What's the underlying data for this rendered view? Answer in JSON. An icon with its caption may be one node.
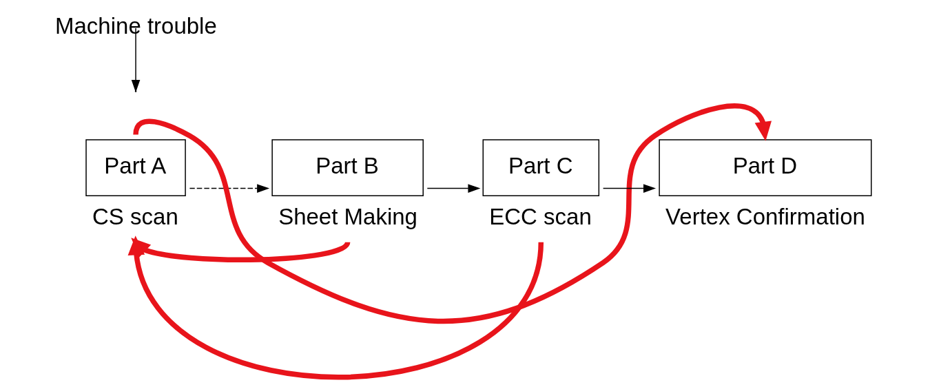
{
  "diagram": {
    "nodes": [
      {
        "text": [
          "Part A"
        ],
        "beside": [
          "CS scan"
        ]
      },
      {
        "text": [
          "Part B"
        ],
        "beside": [
          "Sheet Making"
        ]
      },
      {
        "text": [
          "Part C"
        ],
        "beside": [
          "ECC scan"
        ]
      },
      {
        "text": [
          "Part D"
        ],
        "beside": [
          "Vertex Confirmation"
        ]
      },
      {
        "text": [
          "Machine trouble"
        ]
      }
    ],
    "edges": [
      {
        "from": 0,
        "to": 1,
        "arrow": "to",
        "style": "dashed"
      },
      {
        "from": 1,
        "to": 2,
        "arrow": "to"
      },
      {
        "from": 2,
        "to": 3,
        "arrow": "to"
      },
      {
        "from": 0,
        "to": 3,
        "arrow": "to",
        "style": "thick",
        "color": "#e8141b"
      },
      {
        "from": 1,
        "to": 0,
        "arrow": "to",
        "style": "thick",
        "color": "#e8141b"
      },
      {
        "from": 2,
        "to": 0,
        "arrow": "to",
        "style": "thick",
        "color": "#e8141b"
      },
      {
        "from": 4,
        "to": null,
        "arrow": "to"
      }
    ]
  }
}
